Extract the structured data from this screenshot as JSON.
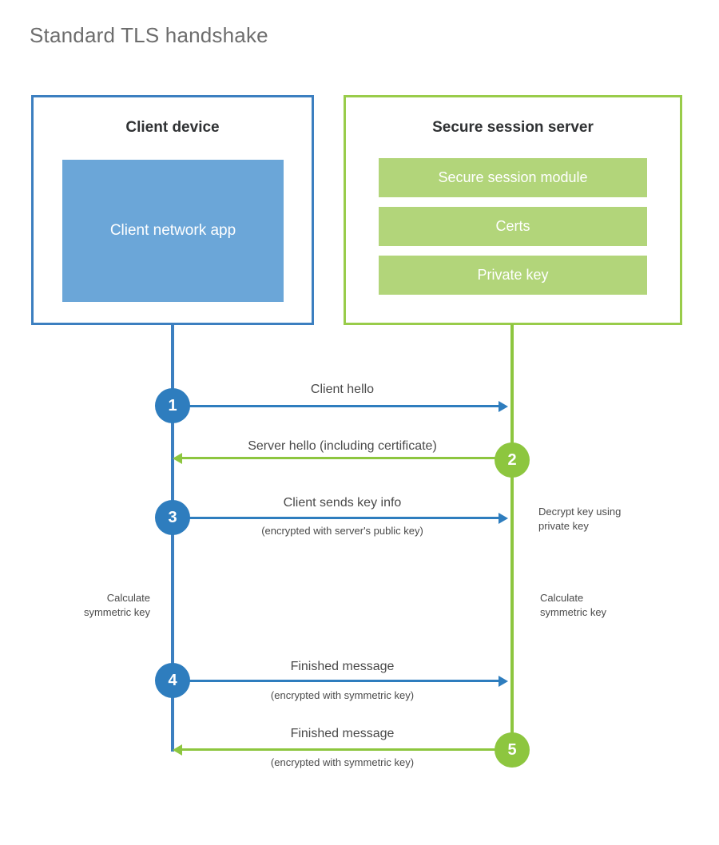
{
  "title": "Standard TLS handshake",
  "actors": {
    "client": {
      "title": "Client device",
      "app_label": "Client network app"
    },
    "server": {
      "title": "Secure session server",
      "modules": [
        {
          "label": "Secure session module"
        },
        {
          "label": "Certs"
        },
        {
          "label": "Private key"
        }
      ]
    }
  },
  "steps": [
    {
      "number": "1",
      "label": "Client hello",
      "sublabel": "",
      "direction": "client-to-server",
      "color": "blue"
    },
    {
      "number": "2",
      "label": "Server hello (including certificate)",
      "sublabel": "",
      "direction": "server-to-client",
      "color": "green"
    },
    {
      "number": "3",
      "label": "Client sends key info",
      "sublabel": "(encrypted with server's public key)",
      "direction": "client-to-server",
      "color": "blue"
    },
    {
      "number": "4",
      "label": "Finished message",
      "sublabel": "(encrypted with symmetric key)",
      "direction": "client-to-server",
      "color": "blue"
    },
    {
      "number": "5",
      "label": "Finished message",
      "sublabel": "(encrypted with symmetric key)",
      "direction": "server-to-client",
      "color": "green"
    }
  ],
  "annotations": {
    "decrypt_key": "Decrypt key using\nprivate key",
    "client_calc_key": "Calculate\nsymmetric key",
    "server_calc_key": "Calculate\nsymmetric key"
  },
  "colors": {
    "client_border": "#3C7FC0",
    "client_app_fill": "#6BA6D8",
    "client_accent": "#2E7DBE",
    "server_border": "#99CC4A",
    "server_module_fill": "#B2D57A",
    "server_accent": "#8DC63F",
    "title_text": "#6D6D6D",
    "body_text": "#4A4A4A",
    "background": "#FFFFFF"
  }
}
